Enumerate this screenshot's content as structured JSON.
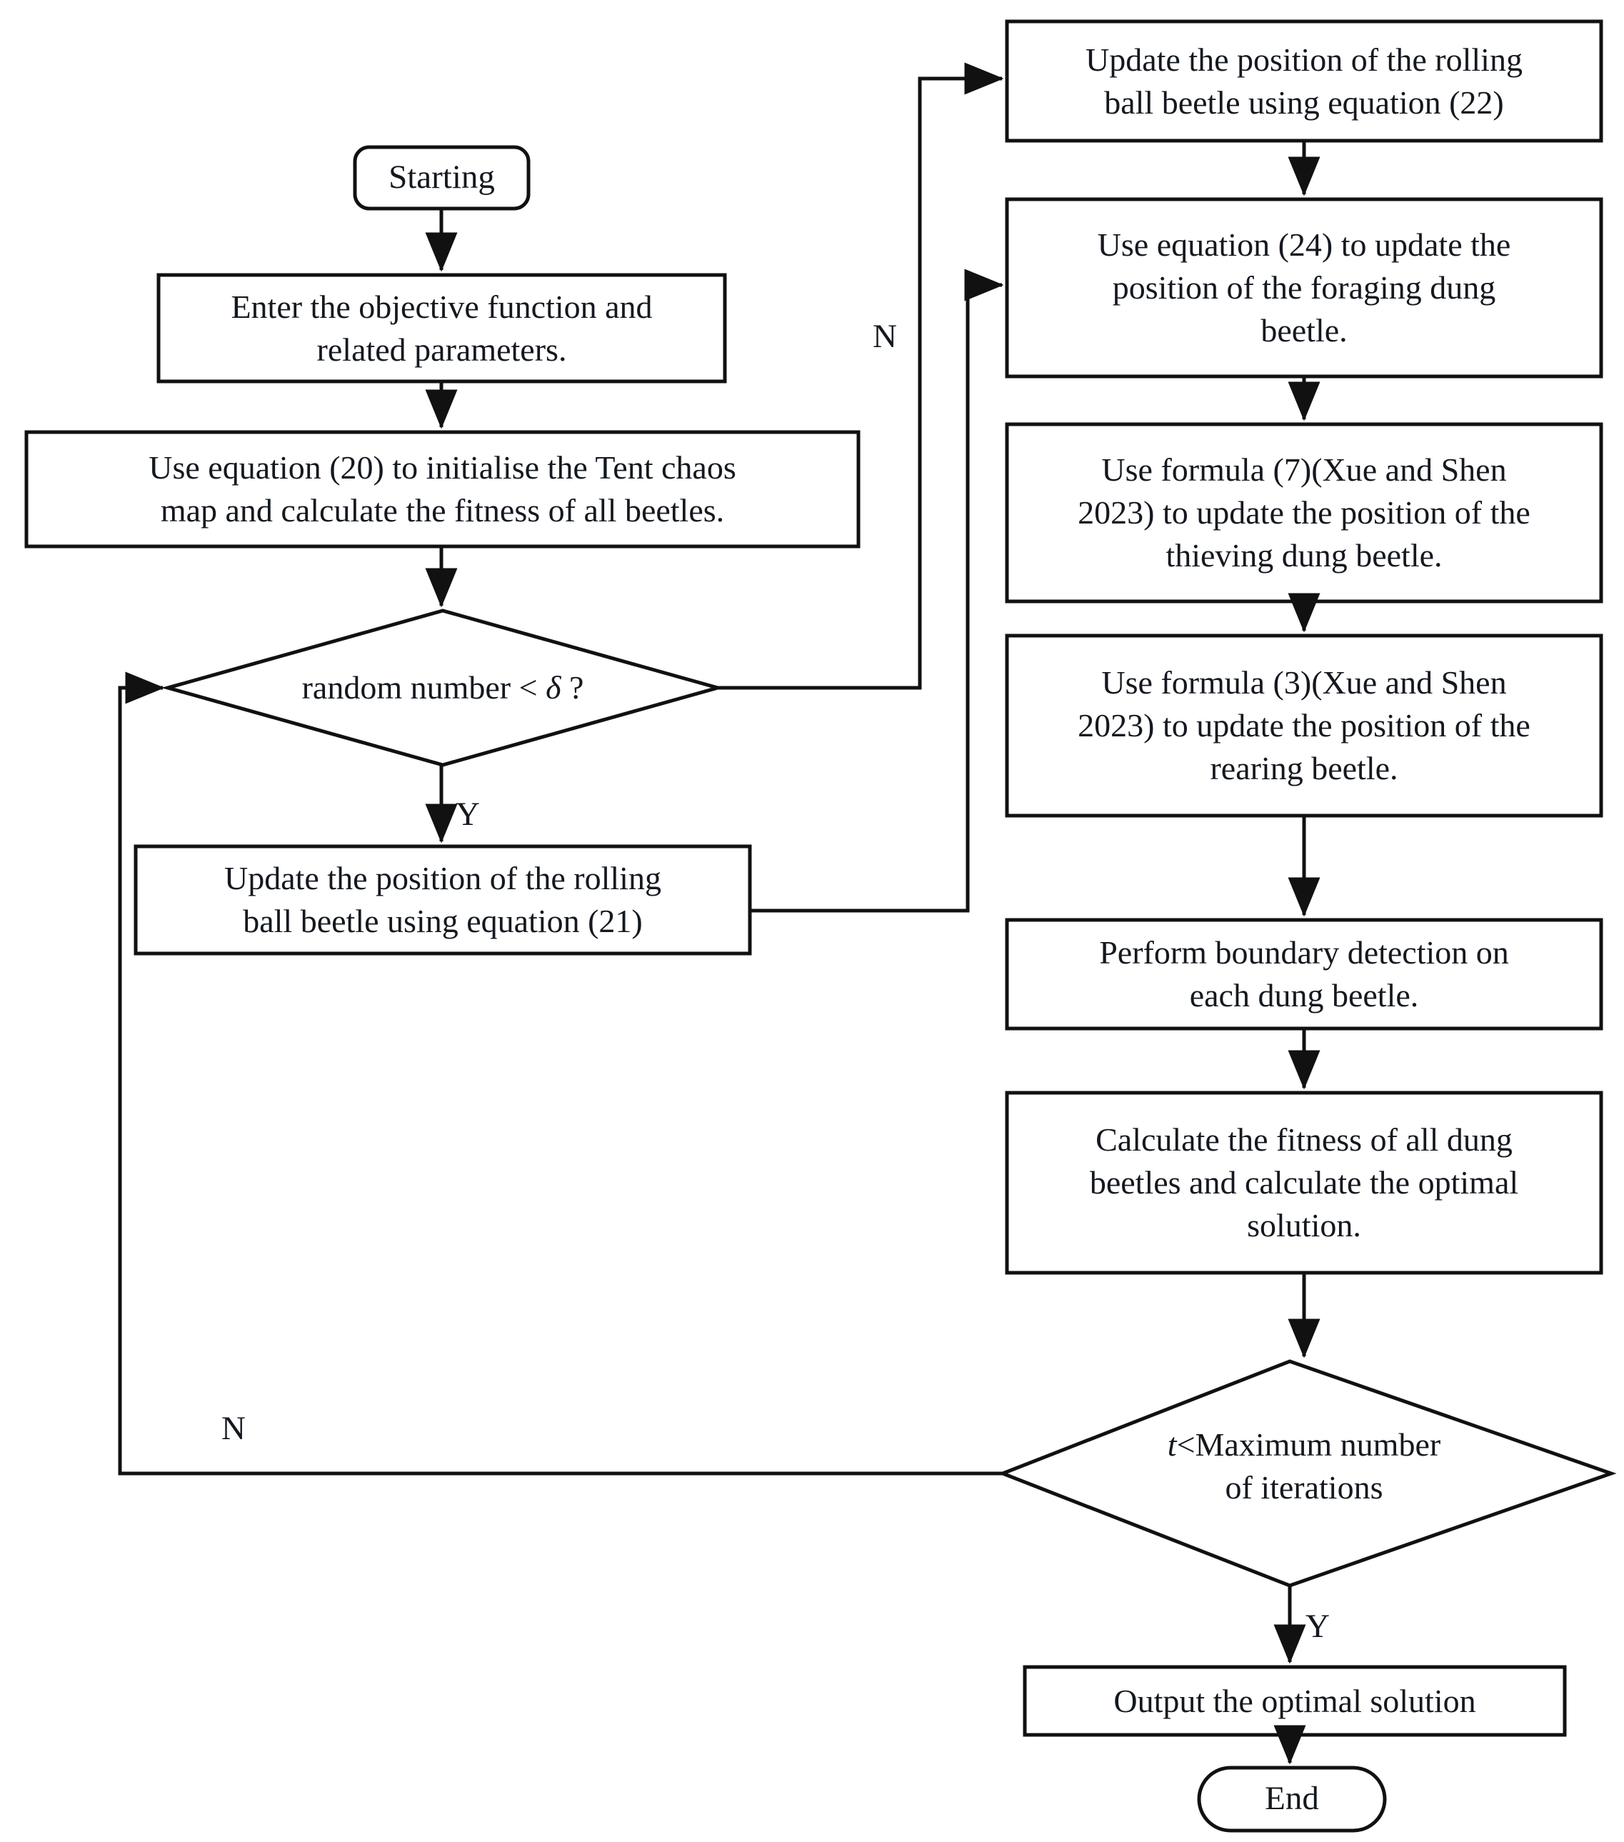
{
  "diagram": {
    "title": "Improved Dung Beetle Optimizer flowchart",
    "type": "flowchart",
    "colors": {
      "stroke": "#111111",
      "text": "#14181f",
      "background": "#ffffff"
    },
    "nodes": {
      "start": {
        "label": "Starting",
        "shape": "rounded-terminator"
      },
      "enter_objective": {
        "line1": "Enter the objective function and",
        "line2": "related parameters.",
        "shape": "process"
      },
      "tent_chaos": {
        "line1": "Use equation (20) to initialise the Tent chaos",
        "line2": "map and calculate the fitness of all beetles.",
        "shape": "process"
      },
      "random_check": {
        "text_before": "random number < ",
        "symbol": "δ",
        "text_after": " ?",
        "shape": "decision"
      },
      "roll_21": {
        "line1": "Update the position of the rolling",
        "line2": "ball beetle using equation (21)",
        "shape": "process"
      },
      "roll_22": {
        "line1": "Update the position of the rolling",
        "line2": "ball beetle using equation (22)",
        "shape": "process"
      },
      "forage_24": {
        "line1": "Use equation (24) to update the",
        "line2": "position of the foraging dung",
        "line3": "beetle.",
        "shape": "process"
      },
      "thieve_7": {
        "line1": "Use formula (7)(Xue and Shen",
        "line2": "2023) to update the position of the",
        "line3": "thieving dung beetle.",
        "shape": "process"
      },
      "rear_3": {
        "line1": "Use formula (3)(Xue and Shen",
        "line2": "2023) to update the position of the",
        "line3": "rearing beetle.",
        "shape": "process"
      },
      "boundary": {
        "line1": "Perform boundary detection on",
        "line2": "each dung beetle.",
        "shape": "process"
      },
      "fitness": {
        "line1": "Calculate the fitness of all dung",
        "line2": "beetles and calculate the optimal",
        "line3": "solution.",
        "shape": "process"
      },
      "iter_check": {
        "symbol": "t",
        "text_after": "<Maximum number",
        "line2": "of iterations",
        "shape": "decision"
      },
      "output": {
        "label": "Output the optimal solution",
        "shape": "process"
      },
      "end": {
        "label": "End",
        "shape": "rounded-terminator"
      }
    },
    "edge_labels": {
      "random_no": "N",
      "random_yes": "Y",
      "iter_no": "N",
      "iter_yes": "Y"
    },
    "edges": [
      {
        "from": "start",
        "to": "enter_objective",
        "label": ""
      },
      {
        "from": "enter_objective",
        "to": "tent_chaos",
        "label": ""
      },
      {
        "from": "tent_chaos",
        "to": "random_check",
        "label": ""
      },
      {
        "from": "random_check",
        "to": "roll_21",
        "label": "Y"
      },
      {
        "from": "random_check",
        "to": "roll_22",
        "label": "N"
      },
      {
        "from": "roll_22",
        "to": "forage_24",
        "label": ""
      },
      {
        "from": "roll_21",
        "to": "forage_24",
        "label": ""
      },
      {
        "from": "forage_24",
        "to": "thieve_7",
        "label": ""
      },
      {
        "from": "thieve_7",
        "to": "rear_3",
        "label": ""
      },
      {
        "from": "rear_3",
        "to": "boundary",
        "label": ""
      },
      {
        "from": "boundary",
        "to": "fitness",
        "label": ""
      },
      {
        "from": "fitness",
        "to": "iter_check",
        "label": ""
      },
      {
        "from": "iter_check",
        "to": "random_check",
        "label": "N"
      },
      {
        "from": "iter_check",
        "to": "output",
        "label": "Y"
      },
      {
        "from": "output",
        "to": "end",
        "label": ""
      }
    ]
  }
}
